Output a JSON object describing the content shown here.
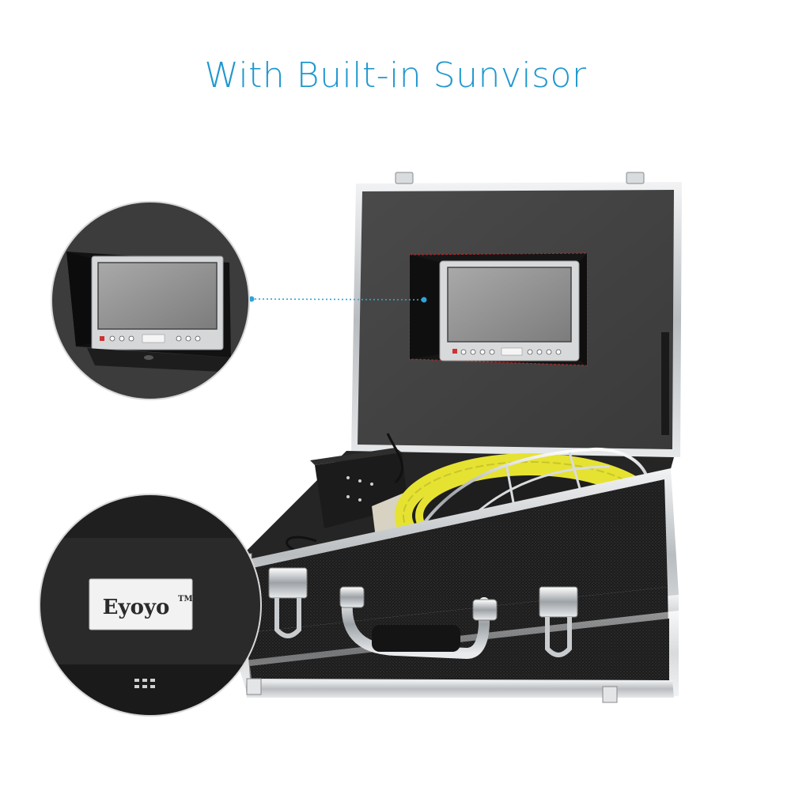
{
  "headline": "With Built-in Sunvisor",
  "brand": {
    "logo_text": "Eyoyo",
    "trademark": "TM"
  },
  "colors": {
    "headline": "#1f98cf",
    "accent_line": "#2ea3d9",
    "case_dark": "#2a2a2a",
    "cable_yellow": "#e6e232",
    "aluminum": "#cfd2d4"
  }
}
